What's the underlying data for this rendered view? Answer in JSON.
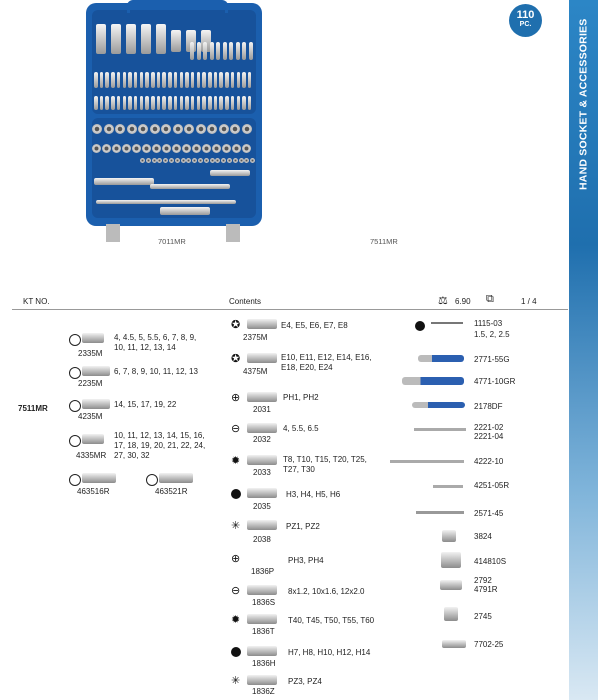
{
  "header": {
    "pc_count": "110",
    "pc_unit": "PC.",
    "side_title": "HAND SOCKET & ACCESSORIES",
    "image_labels": [
      "7011MR",
      "7511MR"
    ]
  },
  "table": {
    "col_kt": "KT NO.",
    "col_contents": "Contents",
    "weight": "6.90",
    "pack": "1 / 4",
    "kt_number": "7511MR"
  },
  "left_items": [
    {
      "code": "2335M",
      "desc": "4, 4.5, 5, 5.5, 6, 7, 8, 9,\n10, 11, 12, 13, 14"
    },
    {
      "code": "2235M",
      "desc": "6, 7, 8, 9, 10, 11, 12, 13"
    },
    {
      "code": "4235M",
      "desc": "14, 15, 17, 19, 22"
    },
    {
      "code": "4335MR",
      "desc": "10, 11, 12, 13, 14, 15, 16,\n17, 18, 19, 20, 21, 22, 24,\n27, 30, 32"
    },
    {
      "code": "463516R",
      "desc": ""
    },
    {
      "code": "463521R",
      "desc": ""
    }
  ],
  "mid_items": [
    {
      "code": "2375M",
      "desc": "E4, E5, E6, E7, E8"
    },
    {
      "code": "4375M",
      "desc": "E10, E11, E12, E14, E16,\nE18, E20, E24"
    },
    {
      "code": "2031",
      "desc": "PH1, PH2"
    },
    {
      "code": "2032",
      "desc": "4, 5.5, 6.5"
    },
    {
      "code": "2033",
      "desc": "T8, T10, T15, T20, T25,\nT27, T30"
    },
    {
      "code": "2035",
      "desc": "H3, H4, H5, H6"
    },
    {
      "code": "2038",
      "desc": "PZ1, PZ2"
    },
    {
      "code": "1836P",
      "desc": "PH3, PH4"
    },
    {
      "code": "1836S",
      "desc": "8x1.2, 10x1.6, 12x2.0"
    },
    {
      "code": "1836T",
      "desc": "T40, T45, T50, T55, T60"
    },
    {
      "code": "1836H",
      "desc": "H7, H8, H10, H12, H14"
    },
    {
      "code": "1836Z",
      "desc": "PZ3, PZ4"
    }
  ],
  "right_items": [
    {
      "code": "1115-03\n1.5, 2, 2.5"
    },
    {
      "code": "2771-55G"
    },
    {
      "code": "4771-10GR"
    },
    {
      "code": "2178DF"
    },
    {
      "code": "2221-02\n2221-04"
    },
    {
      "code": "4222-10"
    },
    {
      "code": "4251-05R"
    },
    {
      "code": "2571-45"
    },
    {
      "code": "3824"
    },
    {
      "code": "414810S"
    },
    {
      "code": "2792\n4791R"
    },
    {
      "code": "2745"
    },
    {
      "code": "7702-25"
    }
  ]
}
